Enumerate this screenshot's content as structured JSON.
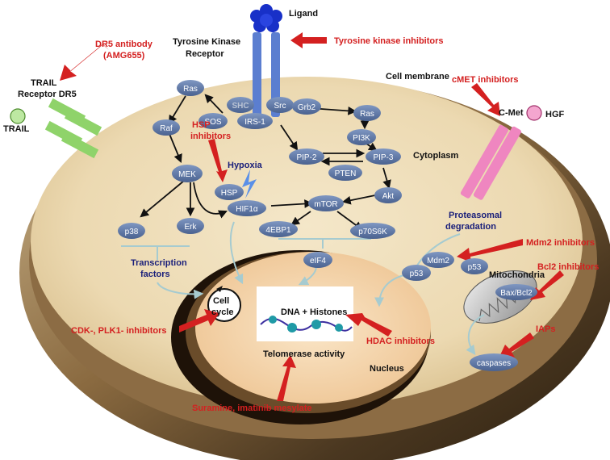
{
  "labels": {
    "ligand": "Ligand",
    "tk_receptor_1": "Tyrosine Kinase",
    "tk_receptor_2": "Receptor",
    "cell_membrane": "Cell membrane",
    "cytoplasm": "Cytoplasm",
    "trail_receptor_1": "TRAIL",
    "trail_receptor_2": "Receptor DR5",
    "trail": "TRAIL",
    "cmet": "C-Met",
    "hgf": "HGF",
    "hypoxia": "Hypoxia",
    "mitochondria": "Mitochondria",
    "nucleus": "Nucleus",
    "dna_histones": "DNA + Histones",
    "telomerase": "Telomerase activity",
    "cell_cycle_1": "Cell",
    "cell_cycle_2": "cycle",
    "transcription_1": "Transcription",
    "transcription_2": "factors",
    "proteasomal_1": "Proteasomal",
    "proteasomal_2": "degradation"
  },
  "inhibitors": {
    "dr5_antibody_1": "DR5 antibody",
    "dr5_antibody_2": "(AMG655)",
    "tki": "Tyrosine kinase inhibitors",
    "cmet_inh": "cMET inhibitors",
    "hsp_1": "HSP",
    "hsp_2": "inhibitors",
    "mdm2_inh": "Mdm2 inhibitors",
    "bcl2_inh": "Bcl2 inhibitors",
    "iaps": "IAPs",
    "cdk": "CDK-, PLK1- inhibitors",
    "hdac": "HDAC inhibitors",
    "suramine": "Suramine, imatinib mesylate"
  },
  "nodes": {
    "ras1": "Ras",
    "shc": "SHC",
    "src": "Src",
    "sos": "SOS",
    "irs1": "IRS-1",
    "grb2": "Grb2",
    "ras2": "Ras",
    "pi3k": "PI3K",
    "raf": "Raf",
    "pip2": "PIP-2",
    "pip3": "PIP-3",
    "pten": "PTEN",
    "mek": "MEK",
    "hsp": "HSP",
    "hif1a": "HIF1α",
    "akt": "Akt",
    "mtor": "mTOR",
    "ebp1": "4EBP1",
    "p70s6k": "p70S6K",
    "p38": "p38",
    "erk": "Erk",
    "eif4": "eIF4",
    "mdm2": "Mdm2",
    "p53a": "p53",
    "p53b": "p53",
    "baxbcl2": "Bax/Bcl2",
    "caspases": "caspases"
  },
  "colors": {
    "inhibitor_text": "#d42020",
    "node_fill": "#5f79a8",
    "pathway_text": "#1a1f7a",
    "cytoplasm": "#efdfbc",
    "membrane": "#6b5030",
    "nucleus": "#f3d4a8",
    "receptor": "#5b7ed0",
    "trail_receptor": "#8fd36a",
    "cmet_receptor": "#ef86c0"
  }
}
